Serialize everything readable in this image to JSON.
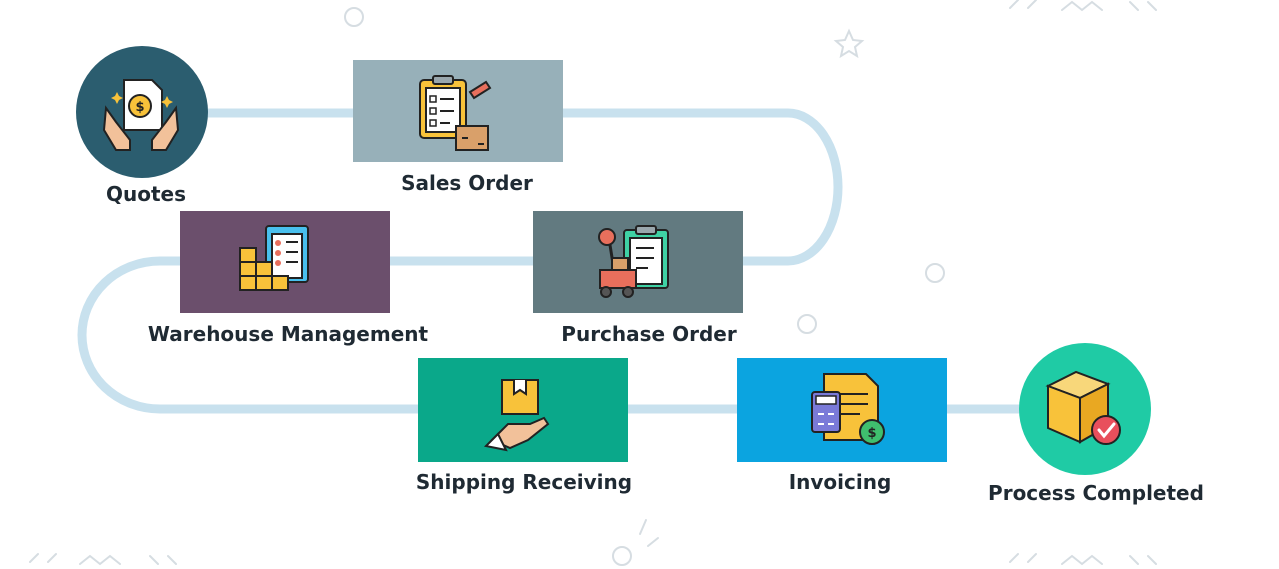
{
  "steps": {
    "quotes": "Quotes",
    "sales_order": "Sales Order",
    "warehouse": "Warehouse Management",
    "purchase_order": "Purchase Order",
    "shipping": "Shipping Receiving",
    "invoicing": "Invoicing",
    "completed": "Process Completed"
  },
  "colors": {
    "track": "#c8e1ee",
    "quotes_circle": "#2b5d6f",
    "sales_order_box": "#97b0b9",
    "warehouse_box": "#6b4f6c",
    "purchase_order_box": "#627a80",
    "shipping_box": "#0aa88a",
    "invoicing_box": "#0ba4e0",
    "completed_circle": "#1fcba5",
    "label_text": "#1f2a33",
    "decor": "#d6dde2"
  },
  "icons": {
    "quotes": "hands-holding-dollar-document-icon",
    "sales_order": "clipboard-checklist-pencil-icon",
    "warehouse": "boxes-checklist-icon",
    "purchase_order": "forklift-clipboard-icon",
    "shipping": "hand-holding-box-icon",
    "invoicing": "invoice-calculator-dollar-icon",
    "completed": "box-checkmark-icon"
  }
}
